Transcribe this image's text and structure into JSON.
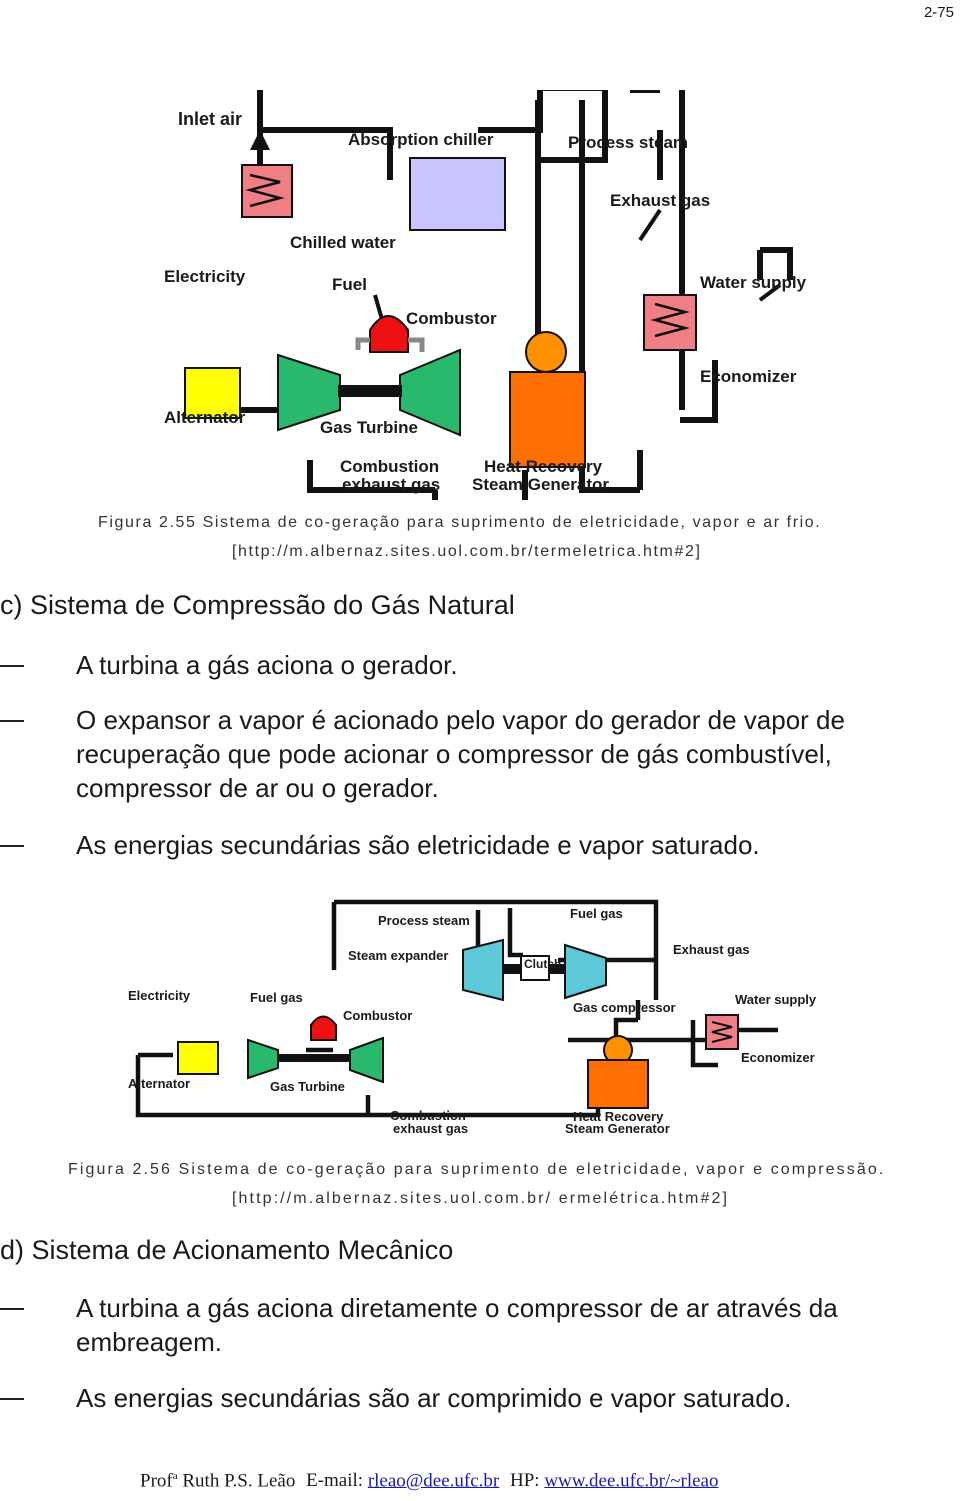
{
  "page_number": "2-75",
  "figure1": {
    "labels": {
      "inlet_air": "Inlet air",
      "absorption_chiller": "Absorption chiller",
      "process_steam": "Process steam",
      "exhaust_gas": "Exhaust gas",
      "chilled_water": "Chilled water",
      "electricity": "Electricity",
      "fuel": "Fuel",
      "combustor": "Combustor",
      "water_supply": "Water supply",
      "economizer": "Economizer",
      "alternator": "Alternator",
      "gas_turbine": "Gas Turbine",
      "combustion_1": "Combustion",
      "combustion_2": "exhaust gas",
      "hrsg_1": "Heat Recovery",
      "hrsg_2": "Steam Generator"
    },
    "caption_line1": "Figura 2.55 Sistema de co-geração para suprimento de eletricidade, vapor e ar frio.",
    "caption_line2": "[http://m.albernaz.sites.uol.com.br/termeletrica.htm#2]"
  },
  "section_c": {
    "heading": "c) Sistema de Compressão do Gás Natural",
    "bullets": [
      "A turbina a gás aciona o gerador.",
      "O expansor a vapor é acionado pelo vapor do gerador de vapor de recuperação que pode acionar o compressor de gás combustível, compressor de ar ou o gerador.",
      "As energias secundárias são eletricidade e vapor saturado."
    ]
  },
  "figure2": {
    "labels": {
      "process_steam": "Process steam",
      "fuel_gas_top": "Fuel gas",
      "steam_expander": "Steam expander",
      "clutch": "Clutch",
      "exhaust_gas": "Exhaust gas",
      "electricity": "Electricity",
      "fuel_gas": "Fuel gas",
      "combustor": "Combustor",
      "gas_compressor": "Gas compressor",
      "water_supply": "Water supply",
      "economizer": "Economizer",
      "alternator": "Alternator",
      "gas_turbine": "Gas Turbine",
      "combustion_1": "Combustion",
      "combustion_2": "exhaust gas",
      "hrsg_1": "Heat Recovery",
      "hrsg_2": "Steam Generator"
    },
    "caption_line1": "Figura 2.56 Sistema de co-geração para suprimento de eletricidade, vapor e compressão.",
    "caption_line2": "[http://m.albernaz.sites.uol.com.br/ ermelétrica.htm#2]"
  },
  "section_d": {
    "heading": "d) Sistema de Acionamento Mecânico",
    "bullets": [
      "A turbina a gás aciona diretamente o compressor de ar através da embreagem.",
      "As energias secundárias são ar comprimido e vapor saturado."
    ]
  },
  "footer": {
    "author_prefix": "Prof",
    "author_sup": "a",
    "author_name": "Ruth P.S. Leão",
    "email_label": "E-mail:",
    "email": "rleao@dee.ufc.br",
    "hp_label": "HP:",
    "hp": "www.dee.ufc.br/~rleao"
  },
  "colors": {
    "pink": "#f07e85",
    "lavender": "#c9c6ff",
    "green": "#29b96c",
    "red": "#ee1111",
    "yellow": "#ffff00",
    "orange": "#ff6e00",
    "hrsg_top": "#ff9000",
    "cyan": "#5cc8d8"
  }
}
